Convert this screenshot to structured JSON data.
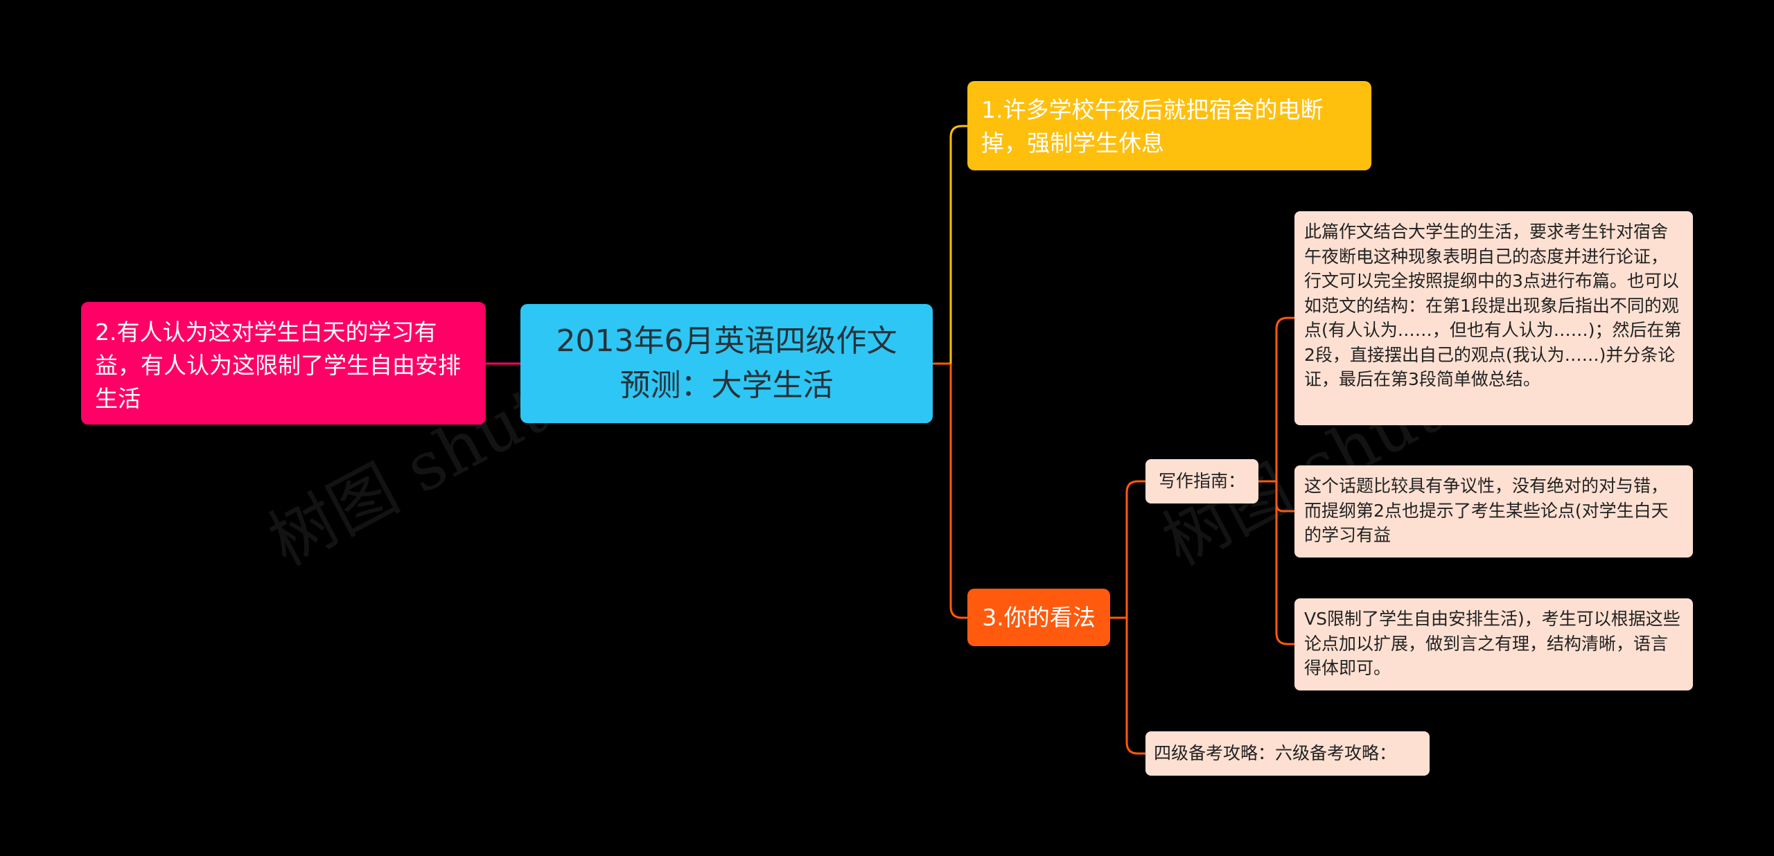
{
  "root": {
    "label": "2013年6月英语四级作文预测：大学生活",
    "color": "#2ec6f5"
  },
  "branches": {
    "one": {
      "label": "1.许多学校午夜后就把宿舍的电断掉，强制学生休息",
      "color": "#ffbf0d"
    },
    "two": {
      "label": "2.有人认为这对学生白天的学习有益，有人认为这限制了学生自由安排生活",
      "color": "#ff0066"
    },
    "three": {
      "label": "3.你的看法",
      "color": "#ff5a0d",
      "children": {
        "guide": {
          "label": "写作指南：",
          "details": [
            "此篇作文结合大学生的生活，要求考生针对宿舍午夜断电这种现象表明自己的态度并进行论证，行文可以完全按照提纲中的3点进行布篇。也可以如范文的结构：在第1段提出现象后指出不同的观点(有人认为……，但也有人认为……)；然后在第2段，直接摆出自己的观点(我认为……)并分条论证，最后在第3段简单做总结。",
            "这个话题比较具有争议性，没有绝对的对与错，而提纲第2点也提示了考生某些论点(对学生白天的学习有益",
            "VS限制了学生自由安排生活)，考生可以根据这些论点加以扩展，做到言之有理，结构清晰，语言得体即可。"
          ]
        },
        "strategy": {
          "label": "四级备考攻略：六级备考攻略："
        }
      }
    }
  },
  "leaf_color": "#fde0d2",
  "watermark": "树图 shutu.cn"
}
